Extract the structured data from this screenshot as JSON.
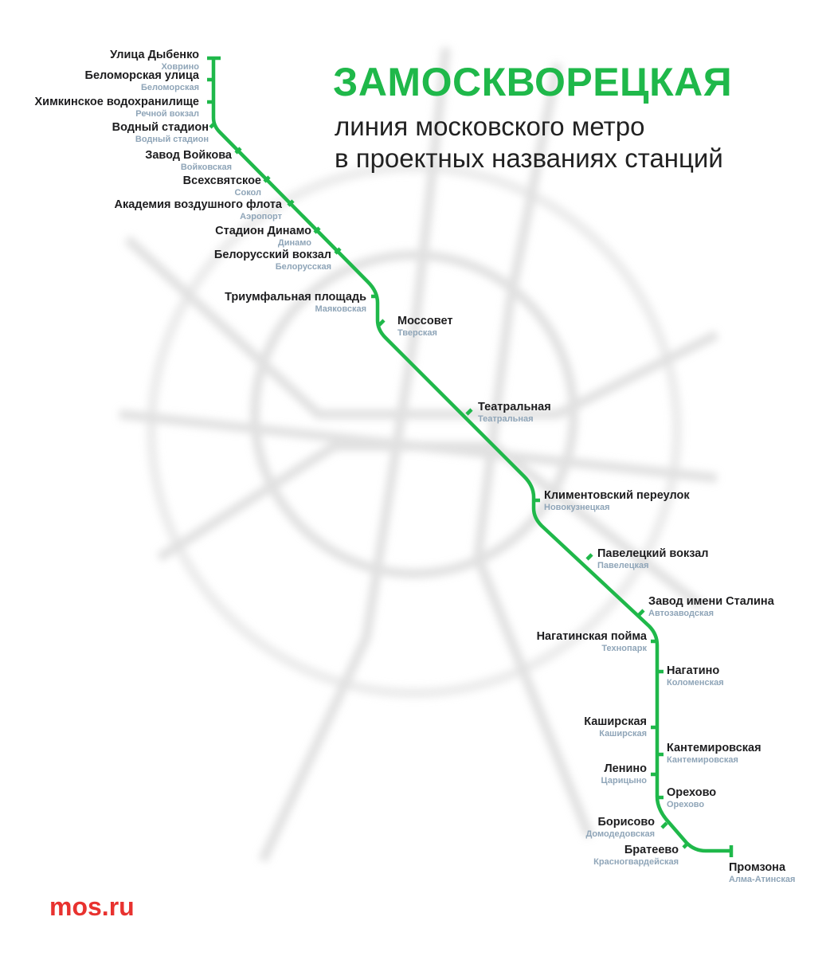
{
  "header": {
    "title": "ЗАМОСКВОРЕЦКАЯ",
    "subtitle_line1": "линия московского метро",
    "subtitle_line2": "в проектных названиях станций"
  },
  "colors": {
    "line": "#1fb84a",
    "brand": "#e8322f",
    "old_name": "#8fa5b8"
  },
  "stations": [
    {
      "name": "Улица Дыбенко",
      "old": "Ховрино"
    },
    {
      "name": "Беломорская улица",
      "old": "Беломорская"
    },
    {
      "name": "Химкинское водохранилище",
      "old": "Речной вокзал"
    },
    {
      "name": "Водный стадион",
      "old": "Водный стадион"
    },
    {
      "name": "Завод Войкова",
      "old": "Войковская"
    },
    {
      "name": "Всехсвятское",
      "old": "Сокол"
    },
    {
      "name": "Академия воздушного флота",
      "old": "Аэропорт"
    },
    {
      "name": "Стадион Динамо",
      "old": "Динамо"
    },
    {
      "name": "Белорусский вокзал",
      "old": "Белорусская"
    },
    {
      "name": "Триумфальная площадь",
      "old": "Маяковская"
    },
    {
      "name": "Моссовет",
      "old": "Тверская"
    },
    {
      "name": "Театральная",
      "old": "Театральная"
    },
    {
      "name": "Климентовский переулок",
      "old": "Новокузнецкая"
    },
    {
      "name": "Павелецкий вокзал",
      "old": "Павелецкая"
    },
    {
      "name": "Завод имени Сталина",
      "old": "Автозаводская"
    },
    {
      "name": "Нагатинская пойма",
      "old": "Технопарк"
    },
    {
      "name": "Нагатино",
      "old": "Коломенская"
    },
    {
      "name": "Каширская",
      "old": "Каширская"
    },
    {
      "name": "Кантемировская",
      "old": "Кантемировская"
    },
    {
      "name": "Ленино",
      "old": "Царицыно"
    },
    {
      "name": "Орехово",
      "old": "Орехово"
    },
    {
      "name": "Борисово",
      "old": "Домодедовская"
    },
    {
      "name": "Братеево",
      "old": "Красногвардейская"
    },
    {
      "name": "Промзона",
      "old": "Алма-Атинская"
    }
  ],
  "footer": {
    "logo": "mos.ru"
  }
}
